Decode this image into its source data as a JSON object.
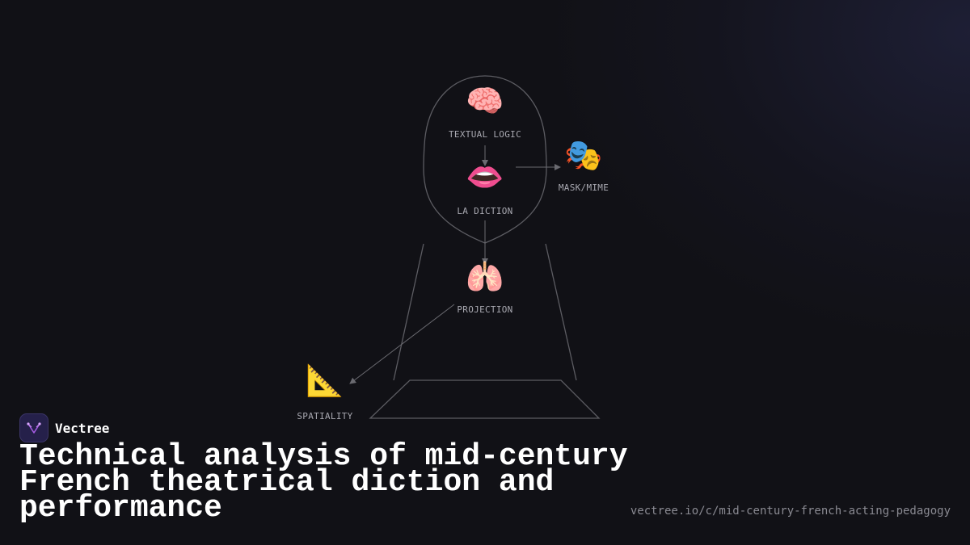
{
  "diagram": {
    "nodes": [
      {
        "id": "textual-logic",
        "icon": "🧠",
        "icon_name": "brain-icon",
        "label": "TEXTUAL LOGIC"
      },
      {
        "id": "la-diction",
        "icon": "👄",
        "icon_name": "mouth-icon",
        "label": "LA DICTION"
      },
      {
        "id": "mask-mime",
        "icon": "🎭",
        "icon_name": "theater-masks-icon",
        "label": "MASK/MIME"
      },
      {
        "id": "projection",
        "icon": "🫁",
        "icon_name": "lungs-icon",
        "label": "PROJECTION"
      },
      {
        "id": "spatiality",
        "icon": "📐",
        "icon_name": "triangular-ruler-icon",
        "label": "SPATIALITY"
      }
    ],
    "edges": [
      {
        "from": "textual-logic",
        "to": "la-diction"
      },
      {
        "from": "la-diction",
        "to": "mask-mime"
      },
      {
        "from": "la-diction",
        "to": "projection"
      },
      {
        "from": "projection",
        "to": "spatiality"
      }
    ]
  },
  "brand": {
    "name": "Vectree"
  },
  "title": "Technical analysis of mid-century French theatrical diction and performance",
  "url": "vectree.io/c/mid-century-french-acting-pedagogy",
  "colors": {
    "background": "#111116",
    "line": "#5c5c62",
    "label": "#a8a8b0",
    "brand_accent": "#a35be0"
  }
}
